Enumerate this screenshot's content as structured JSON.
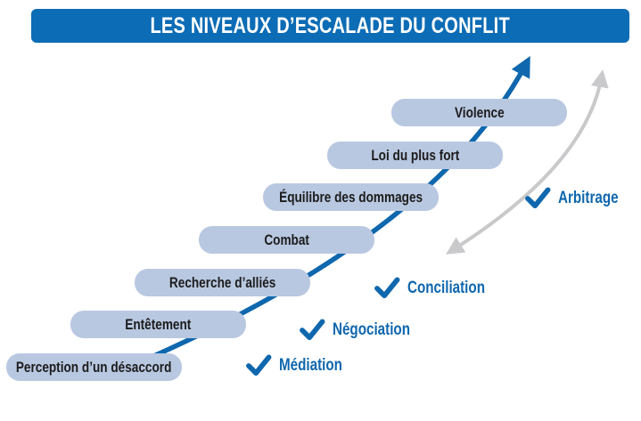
{
  "title": "LES NIVEAUX D’ESCALADE DU CONFLIT",
  "colors": {
    "title_bar_blue": "#0c6cb5",
    "accent_blue": "#0f67ad",
    "pill_blue": "#b9c8e1",
    "gray_arrow": "#c9c9cb",
    "pill_text": "#1c1c1c",
    "title_text": "#ffffff"
  },
  "pills": [
    {
      "label": "Perception d’un désaccord"
    },
    {
      "label": "Entêtement"
    },
    {
      "label": "Recherche d’alliés"
    },
    {
      "label": "Combat"
    },
    {
      "label": "Équilibre des dommages"
    },
    {
      "label": "Loi du plus fort"
    },
    {
      "label": "Violence"
    }
  ],
  "annotations": [
    {
      "label": "Médiation",
      "icon": "check-icon"
    },
    {
      "label": "Négociation",
      "icon": "check-icon"
    },
    {
      "label": "Conciliation",
      "icon": "check-icon"
    },
    {
      "label": "Arbitrage",
      "icon": "check-icon"
    }
  ],
  "arrows": [
    {
      "name": "escalation-arrow",
      "description": "blue curved arrow rising through the steps",
      "color": "#0f67ad"
    },
    {
      "name": "de-escalation-arrow",
      "description": "gray curved double-headed arrow",
      "color": "#c9c9cb"
    }
  ]
}
